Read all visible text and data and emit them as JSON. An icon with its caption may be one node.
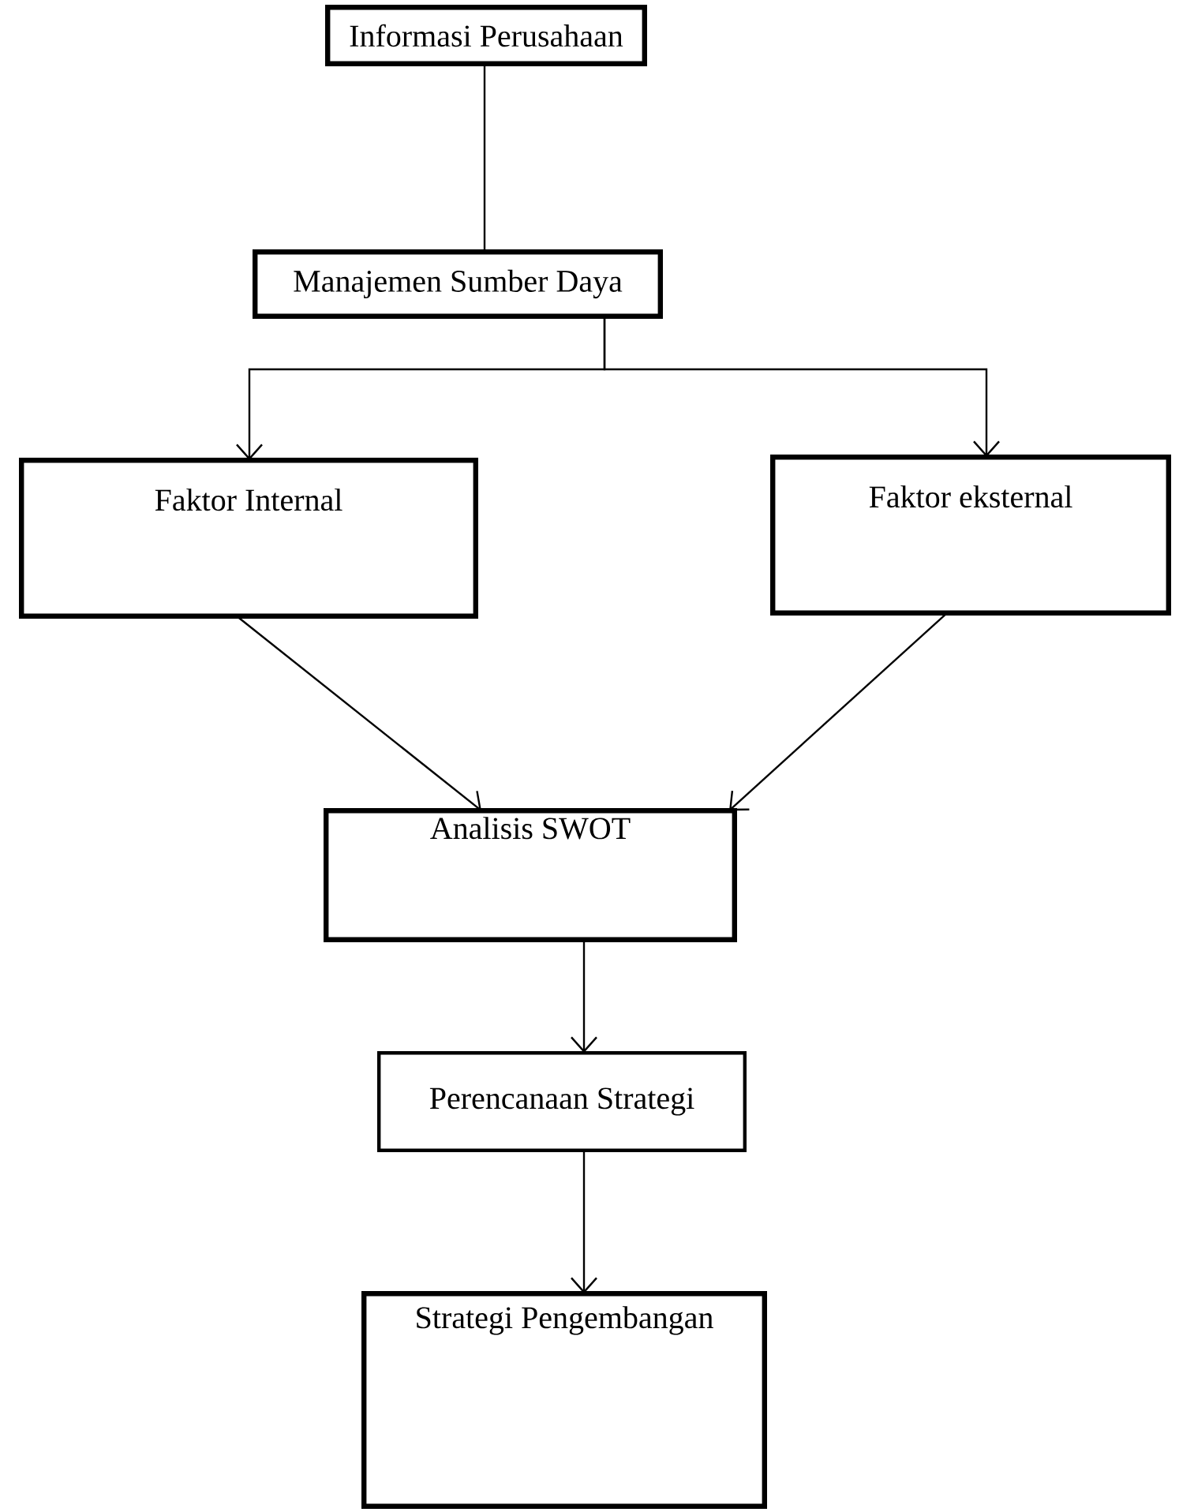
{
  "diagram": {
    "nodes": [
      {
        "text": [
          "Informasi Perusahaan"
        ]
      },
      {
        "text": [
          "Manajemen Sumber Daya"
        ]
      },
      {
        "text": [
          "Faktor Internal"
        ]
      },
      {
        "text": [
          "Faktor eksternal"
        ]
      },
      {
        "text": [
          "Analisis SWOT"
        ]
      },
      {
        "text": [
          "Perencanaan Strategi"
        ]
      },
      {
        "text": [
          "Strategi Pengembangan"
        ]
      }
    ],
    "edges": [
      {
        "from": 0,
        "to": 1,
        "arrow": "none"
      },
      {
        "from": 1,
        "to": 2,
        "arrow": "to"
      },
      {
        "from": 1,
        "to": 3,
        "arrow": "to"
      },
      {
        "from": 2,
        "to": 4,
        "arrow": "to"
      },
      {
        "from": 3,
        "to": 4,
        "arrow": "to"
      },
      {
        "from": 4,
        "to": 5,
        "arrow": "to"
      },
      {
        "from": 5,
        "to": 6,
        "arrow": "to"
      }
    ]
  }
}
